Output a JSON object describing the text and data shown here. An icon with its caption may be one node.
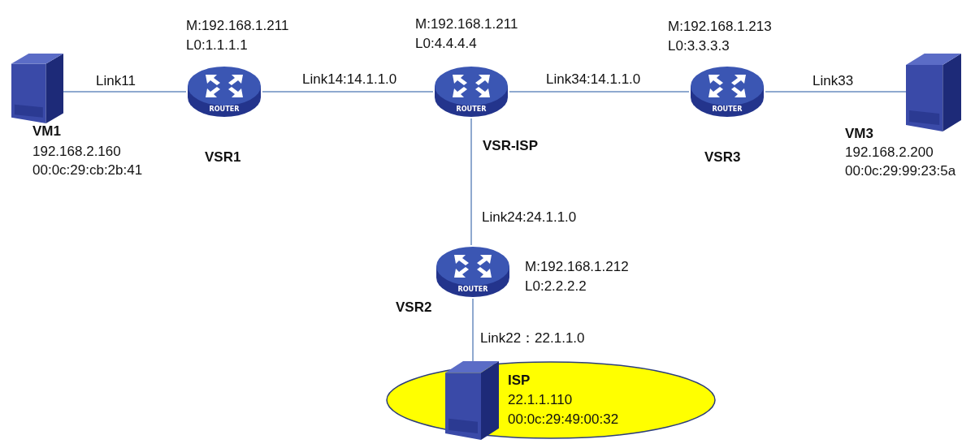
{
  "diagram": {
    "nodes": [
      {
        "text": [],
        "shape": "server",
        "beside": [
          "VM1",
          "192.168.2.160",
          "00:0c:29:cb:2b:41"
        ]
      },
      {
        "text": [
          "ROUTER"
        ],
        "beside": [
          "M:192.168.1.211",
          "L0:1.1.1.1",
          "VSR1"
        ]
      },
      {
        "text": [
          "ROUTER"
        ],
        "beside": [
          "M:192.168.1.211",
          "L0:4.4.4.4",
          "VSR-ISP"
        ]
      },
      {
        "text": [
          "ROUTER"
        ],
        "beside": [
          "M:192.168.1.213",
          "L0:3.3.3.3",
          "VSR3"
        ]
      },
      {
        "text": [],
        "shape": "server",
        "beside": [
          "VM3",
          "192.168.2.200",
          "00:0c:29:99:23:5a"
        ]
      },
      {
        "text": [
          "ROUTER"
        ],
        "beside": [
          "M:192.168.1.212",
          "L0:2.2.2.2",
          "VSR2"
        ]
      },
      {
        "text": [
          "ISP",
          "22.1.1.110",
          "00:0c:29:49:00:32"
        ]
      },
      {
        "text": [],
        "shape": "server",
        "in": 6
      }
    ],
    "edges": [
      {
        "from": 0,
        "to": 1,
        "arrow": "none",
        "label": "Link11"
      },
      {
        "from": 1,
        "to": 2,
        "arrow": "none",
        "label": "Link14:14.1.1.0"
      },
      {
        "from": 2,
        "to": 3,
        "arrow": "none",
        "label": "Link34:14.1.1.0"
      },
      {
        "from": 3,
        "to": 4,
        "arrow": "none",
        "label": "Link33"
      },
      {
        "from": 2,
        "to": 5,
        "arrow": "none",
        "label": "Link24:24.1.1.0"
      },
      {
        "from": 5,
        "to": 7,
        "arrow": "none",
        "label": "Link22：22.1.1.0"
      }
    ]
  }
}
